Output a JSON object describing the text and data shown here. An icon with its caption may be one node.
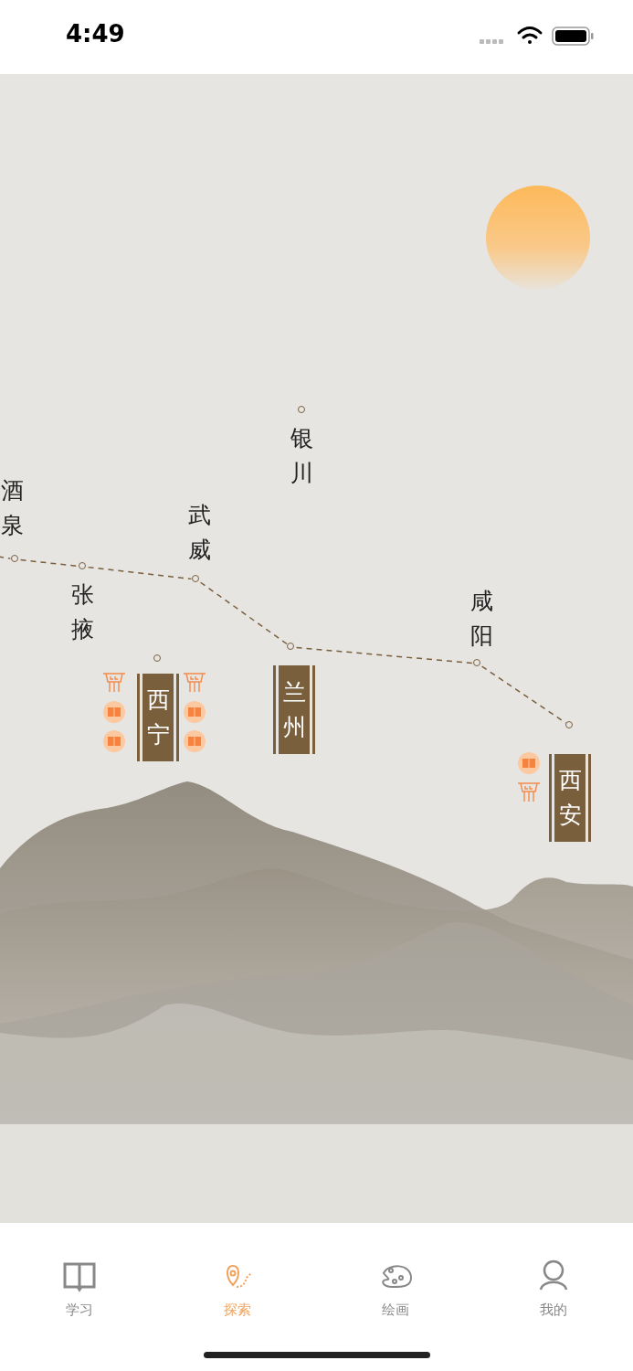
{
  "diagram": {
    "nodes": [
      {
        "text": [],
        "shape": "circle",
        "beside": [
          "酒泉"
        ]
      },
      {
        "text": [],
        "shape": "circle",
        "beside": [
          "张掖"
        ]
      },
      {
        "text": [],
        "shape": "circle",
        "beside": [
          "武威"
        ]
      },
      {
        "text": [],
        "shape": "circle"
      },
      {
        "text": [],
        "shape": "circle",
        "beside": [
          "咸阳"
        ]
      },
      {
        "text": [],
        "shape": "circle"
      },
      {
        "text": [],
        "shape": "circle",
        "beside": [
          "银川"
        ]
      },
      {
        "text": [],
        "shape": "circle"
      },
      {
        "text": [
          "西宁"
        ]
      },
      {
        "text": [
          "兰州"
        ]
      },
      {
        "text": [
          "西安"
        ]
      }
    ],
    "edges": [
      {
        "from": null,
        "to": 0,
        "arrow": "none",
        "style": "dashed"
      },
      {
        "from": 0,
        "to": 1,
        "arrow": "none",
        "style": "dashed"
      },
      {
        "from": 1,
        "to": 2,
        "arrow": "none",
        "style": "dashed"
      },
      {
        "from": 2,
        "to": 3,
        "arrow": "none",
        "style": "dashed"
      },
      {
        "from": 3,
        "to": 4,
        "arrow": "none",
        "style": "dashed"
      },
      {
        "from": 4,
        "to": 5,
        "arrow": "none",
        "style": "dashed"
      }
    ],
    "labels": [
      "4:49",
      "学习",
      "探索",
      "绘画",
      "我的"
    ]
  }
}
